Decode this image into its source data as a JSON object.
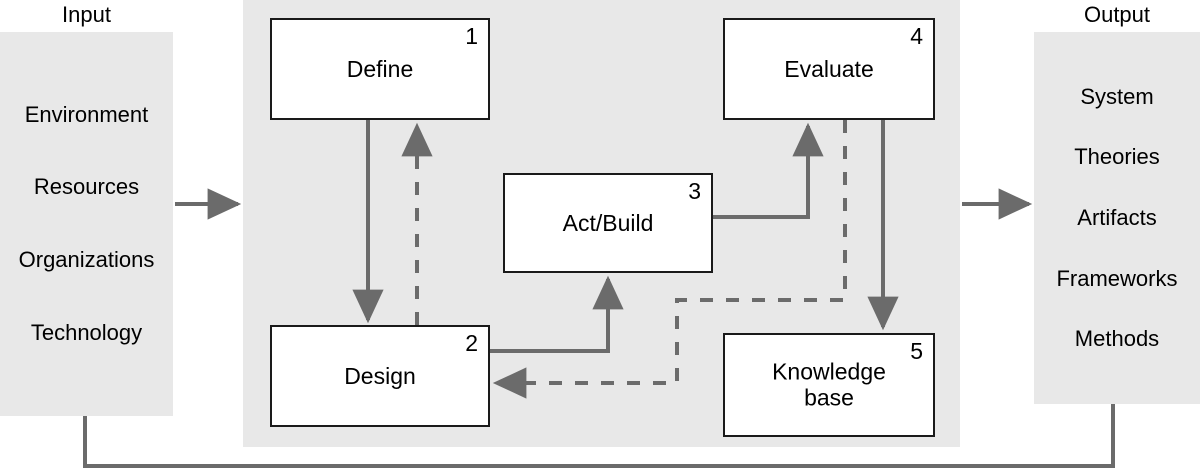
{
  "diagram": {
    "type": "design-science-research-process",
    "input": {
      "title": "Input",
      "items": [
        "Environment",
        "Resources",
        "Organizations",
        "Technology"
      ]
    },
    "output": {
      "title": "Output",
      "items": [
        "System",
        "Theories",
        "Artifacts",
        "Frameworks",
        "Methods"
      ]
    },
    "steps": [
      {
        "id": "define",
        "number": "1",
        "label": "Define"
      },
      {
        "id": "design",
        "number": "2",
        "label": "Design"
      },
      {
        "id": "actbuild",
        "number": "3",
        "label": "Act/Build"
      },
      {
        "id": "evaluate",
        "number": "4",
        "label": "Evaluate"
      },
      {
        "id": "knowledge",
        "number": "5",
        "label": "Knowledge\nbase"
      }
    ],
    "connections": [
      {
        "from": "input",
        "to": "process-panel",
        "style": "solid",
        "label": ""
      },
      {
        "from": "define",
        "to": "design",
        "style": "solid",
        "label": ""
      },
      {
        "from": "design",
        "to": "define",
        "style": "dashed",
        "label": ""
      },
      {
        "from": "design",
        "to": "actbuild",
        "style": "solid",
        "label": ""
      },
      {
        "from": "actbuild",
        "to": "evaluate",
        "style": "solid",
        "label": ""
      },
      {
        "from": "evaluate",
        "to": "knowledge",
        "style": "solid",
        "label": ""
      },
      {
        "from": "evaluate",
        "to": "design",
        "style": "dashed",
        "label": ""
      },
      {
        "from": "process-panel",
        "to": "output",
        "style": "solid",
        "label": ""
      },
      {
        "from": "output",
        "to": "input",
        "style": "solid",
        "label": ""
      }
    ],
    "colors": {
      "panel_fill": "#e8e8e8",
      "box_fill": "#ffffff",
      "box_border": "#1a1a1a",
      "arrow": "#6b6b6b",
      "text": "#000000",
      "page_background": "#ffffff"
    }
  }
}
